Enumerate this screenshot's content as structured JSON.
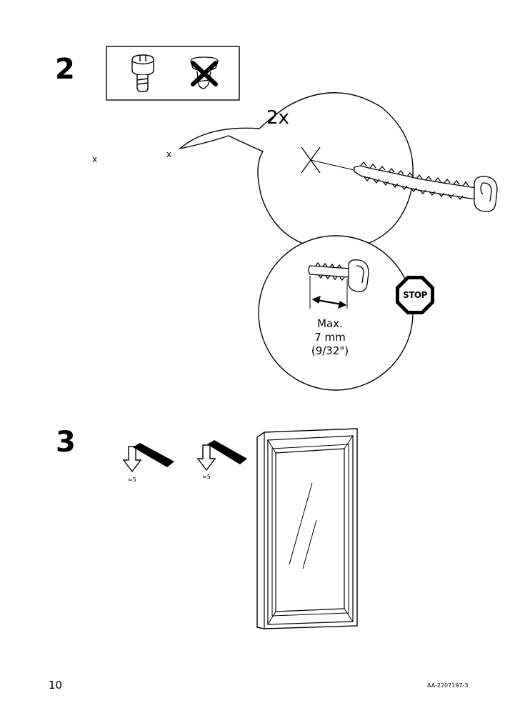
{
  "steps": [
    {
      "number": "2",
      "quantity": "2x",
      "marks": [
        "x",
        "x"
      ]
    },
    {
      "number": "3",
      "press_labels": [
        "≈5",
        "≈5"
      ]
    }
  ],
  "measurement": {
    "label": "Max.",
    "metric": "7 mm",
    "imperial": "(9/32\")"
  },
  "stop_sign": "STOP",
  "footer": {
    "page_number": "10",
    "document_id": "AA-2207197-3"
  }
}
